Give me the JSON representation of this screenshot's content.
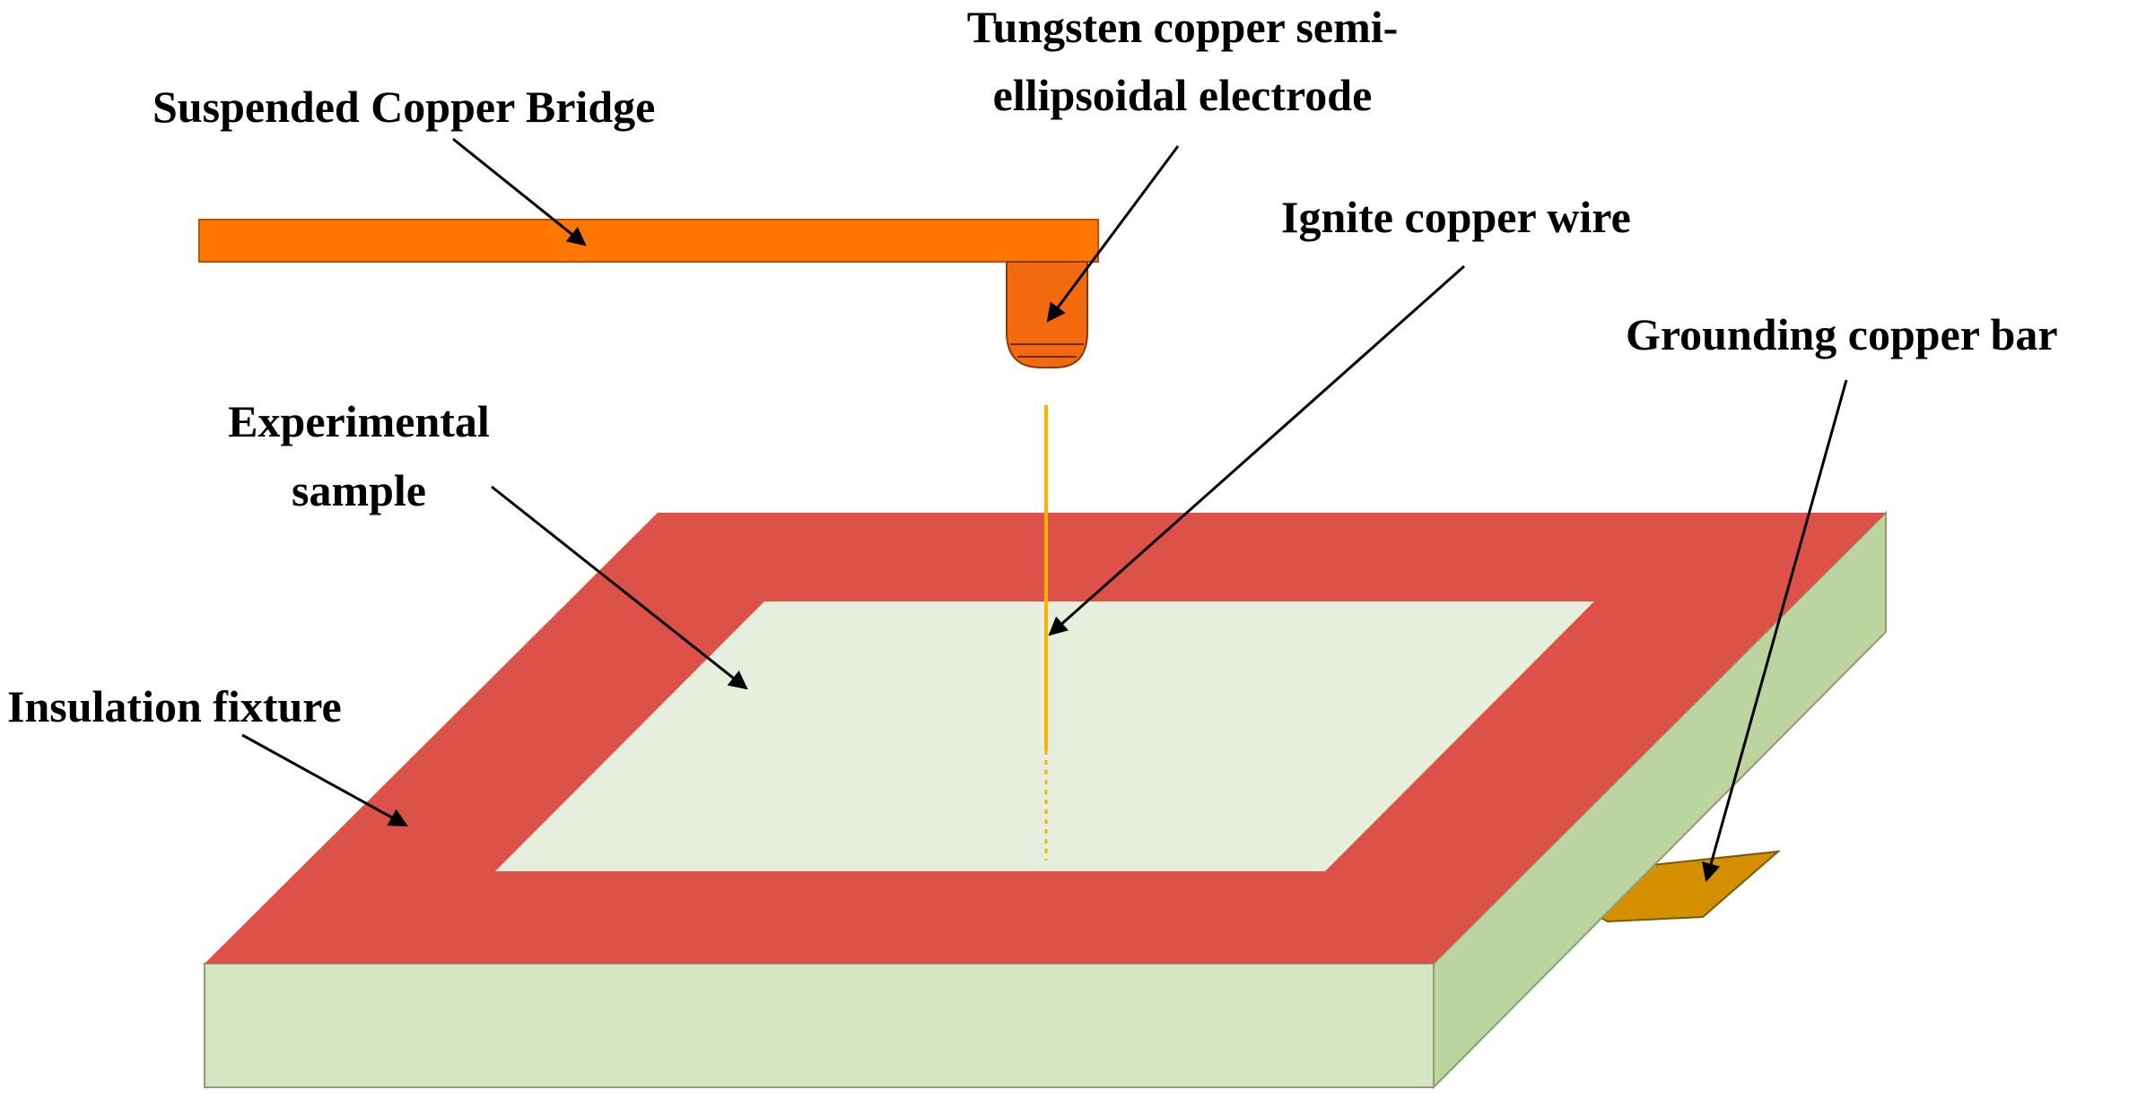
{
  "labels": {
    "suspended_bridge": "Suspended Copper Bridge",
    "electrode_line1": "Tungsten copper semi-",
    "electrode_line2": "ellipsoidal electrode",
    "ignite_wire": "Ignite copper wire",
    "grounding_bar": "Grounding copper bar",
    "sample_line1": "Experimental",
    "sample_line2": "sample",
    "insulation_fixture": "Insulation fixture"
  },
  "colors": {
    "copper_bridge": "#FF7700",
    "electrode": "#F26A0D",
    "fixture_top": "#DC5248",
    "fixture_side": "#D5E4C1",
    "sample": "#E6EFDD",
    "grounding_bar": "#D49000",
    "ignite_wire": "#FFB000",
    "arrow": "#000000"
  }
}
